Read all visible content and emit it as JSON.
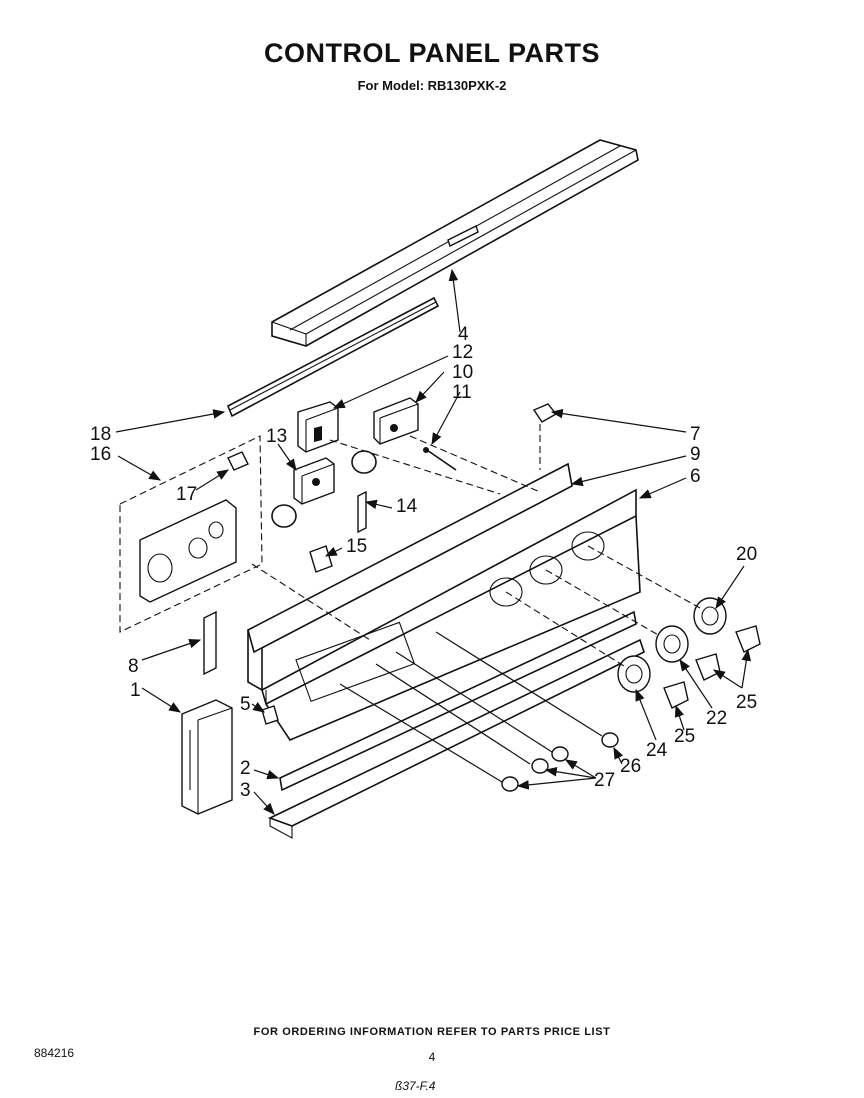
{
  "header": {
    "title": "CONTROL PANEL PARTS",
    "subtitle": "For Model: RB130PXK-2"
  },
  "footer": {
    "ordering_note": "FOR ORDERING INFORMATION REFER TO PARTS PRICE LIST",
    "doc_number": "884216",
    "page_number": "4",
    "handwritten_note": "ß37-F.4"
  },
  "callouts": {
    "c1": "1",
    "c2": "2",
    "c3": "3",
    "c4": "4",
    "c5": "5",
    "c6": "6",
    "c7": "7",
    "c8": "8",
    "c9": "9",
    "c10": "10",
    "c11": "11",
    "c12": "12",
    "c13": "13",
    "c14": "14",
    "c15": "15",
    "c16": "16",
    "c17": "17",
    "c18": "18",
    "c20": "20",
    "c22": "22",
    "c24": "24",
    "c25a": "25",
    "c25b": "25",
    "c26": "26",
    "c27": "27"
  }
}
